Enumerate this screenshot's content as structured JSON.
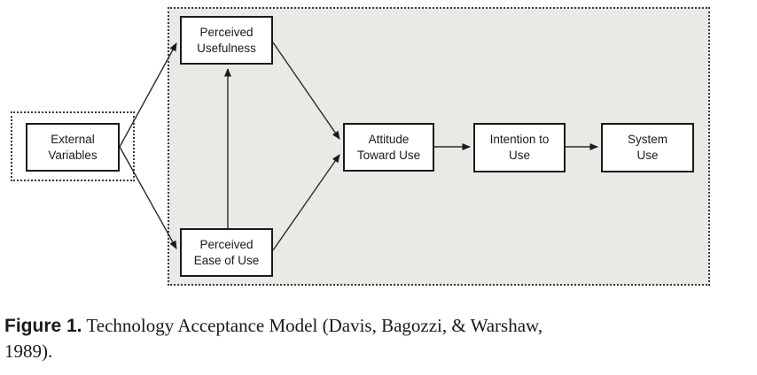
{
  "figure": {
    "caption_label": "Figure 1.",
    "caption_text": " Technology Acceptance Model (Davis, Bagozzi, & Warshaw, 1989)."
  },
  "diagram": {
    "type": "flow-diagram",
    "title": "Technology Acceptance Model",
    "nodes": [
      {
        "id": "external-variables",
        "label": "External\nVariables"
      },
      {
        "id": "perceived-usefulness",
        "label": "Perceived\nUsefulness"
      },
      {
        "id": "perceived-ease-of-use",
        "label": "Perceived\nEase of Use"
      },
      {
        "id": "attitude-toward-use",
        "label": "Attitude\nToward Use"
      },
      {
        "id": "intention-to-use",
        "label": "Intention to\nUse"
      },
      {
        "id": "system-use",
        "label": "System\nUse"
      }
    ],
    "edges": [
      {
        "from": "external-variables",
        "to": "perceived-usefulness"
      },
      {
        "from": "external-variables",
        "to": "perceived-ease-of-use"
      },
      {
        "from": "perceived-ease-of-use",
        "to": "perceived-usefulness"
      },
      {
        "from": "perceived-usefulness",
        "to": "attitude-toward-use"
      },
      {
        "from": "perceived-ease-of-use",
        "to": "attitude-toward-use"
      },
      {
        "from": "attitude-toward-use",
        "to": "intention-to-use"
      },
      {
        "from": "intention-to-use",
        "to": "system-use"
      }
    ],
    "regions": [
      {
        "id": "tam-boundary",
        "style": "dotted",
        "fill": "#eae9e6"
      },
      {
        "id": "external-boundary",
        "style": "dotted",
        "fill": "#ffffff"
      }
    ],
    "colors": {
      "region_fill": "#eae9e6",
      "box_fill": "#ffffff",
      "box_border": "#1a1a1a",
      "line": "#2b2b2b",
      "text": "#1a1a1a"
    }
  }
}
